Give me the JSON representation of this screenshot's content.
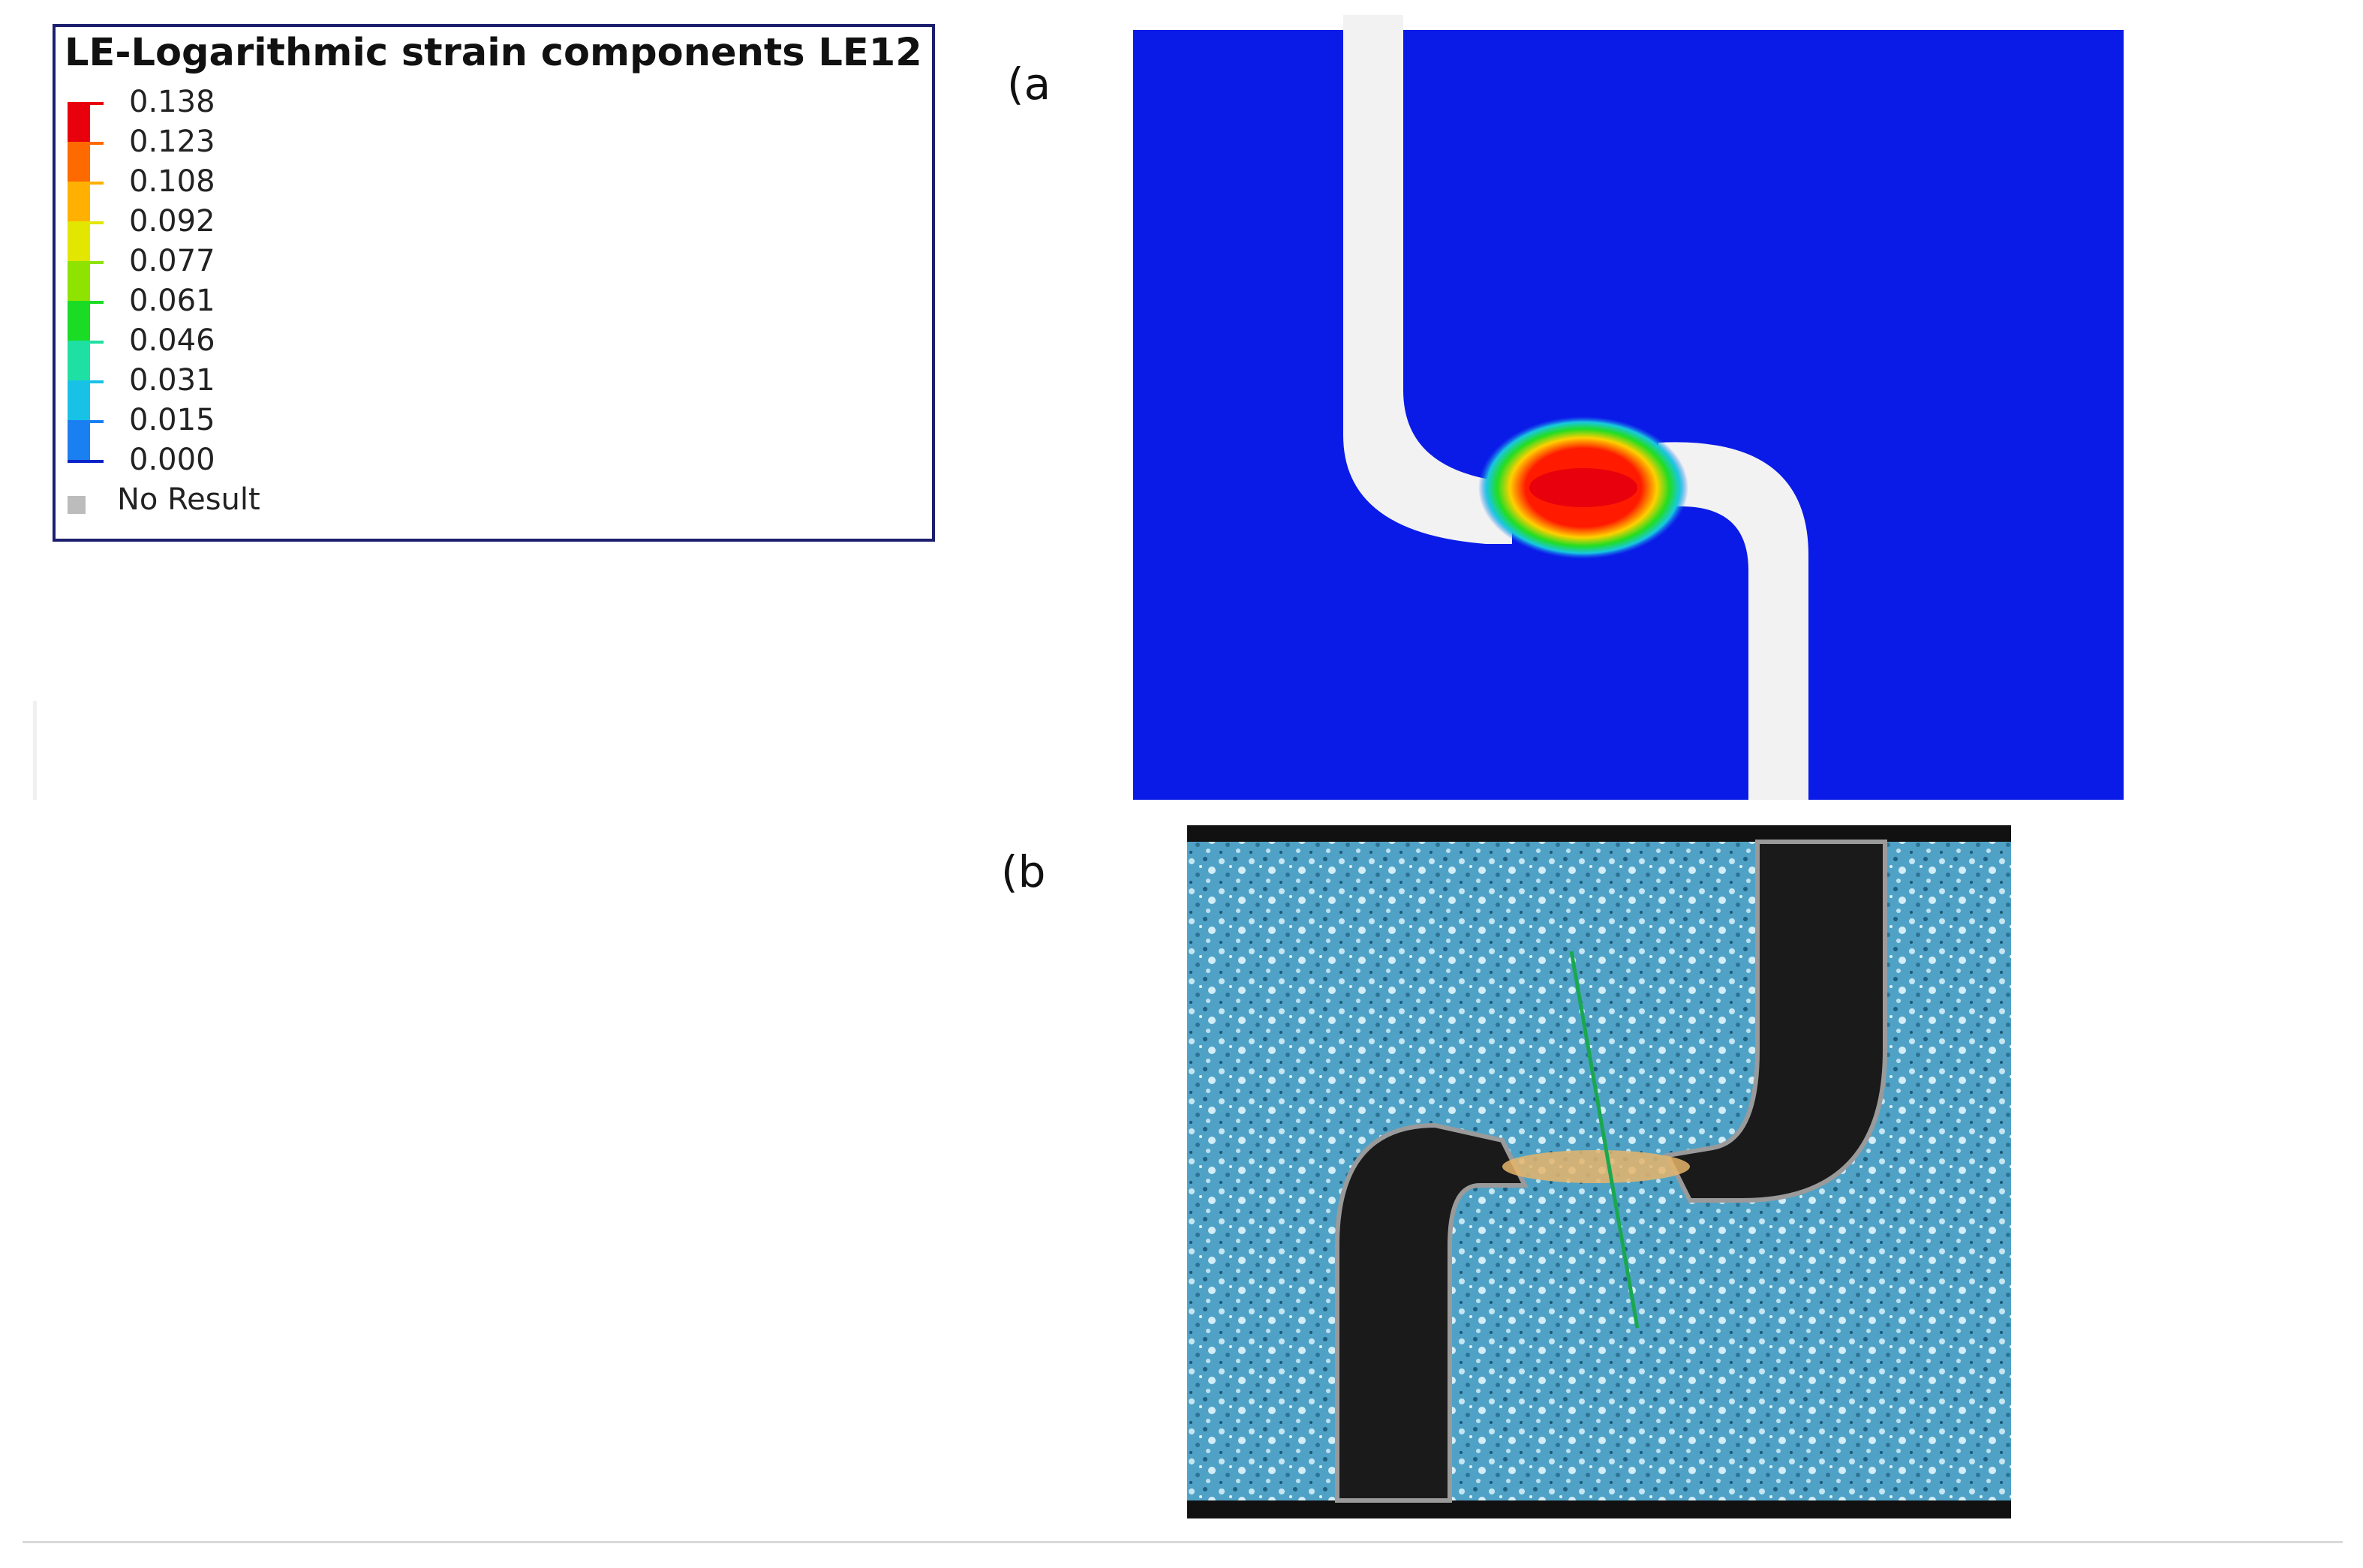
{
  "legend": {
    "title": "LE-Logarithmic strain components LE12",
    "entries": [
      {
        "label": "0.138",
        "color": "#e8000c"
      },
      {
        "label": "0.123",
        "color": "#ff6a00"
      },
      {
        "label": "0.108",
        "color": "#ffb000"
      },
      {
        "label": "0.092",
        "color": "#e3e600"
      },
      {
        "label": "0.077",
        "color": "#8ee300"
      },
      {
        "label": "0.061",
        "color": "#1bdc24"
      },
      {
        "label": "0.046",
        "color": "#1ee0a2"
      },
      {
        "label": "0.031",
        "color": "#18c2e6"
      },
      {
        "label": "0.015",
        "color": "#1a7ff0"
      },
      {
        "label": "0.000",
        "color": "#0a23c8"
      }
    ],
    "no_result": {
      "label": "No Result",
      "color": "#bcbcbc"
    }
  },
  "panels": {
    "a": {
      "label": "(a",
      "background_color": "#0a1be8"
    },
    "b": {
      "label": "(b",
      "background_color": "#4fa2c6"
    }
  }
}
